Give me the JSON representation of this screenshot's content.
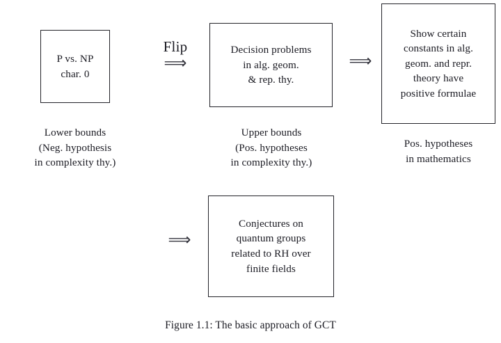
{
  "figure": {
    "caption": "Figure 1.1: The basic approach of GCT",
    "background_color": "#ffffff",
    "ink_color": "#1a1a22"
  },
  "boxes": [
    {
      "id": "p-vs-np",
      "text": "P vs. NP\nchar. 0"
    },
    {
      "id": "decision-problems",
      "text": "Decision problems\nin alg. geom.\n& rep. thy."
    },
    {
      "id": "positive-constants",
      "text": "Show certain\nconstants in alg.\ngeom. and repr.\ntheory have\npositive formulae"
    },
    {
      "id": "quantum-conjectures",
      "text": "Conjectures on\nquantum groups\nrelated to RH over\nfinite fields"
    }
  ],
  "captions": [
    {
      "id": "lower-bounds",
      "text": "Lower bounds\n(Neg. hypothesis\nin complexity thy.)"
    },
    {
      "id": "upper-bounds",
      "text": "Upper bounds\n(Pos. hypotheses\nin complexity thy.)"
    },
    {
      "id": "pos-hypotheses-math",
      "text": "Pos. hypotheses\nin mathematics"
    }
  ],
  "arrows": [
    {
      "id": "flip-arrow",
      "label": "Flip",
      "glyph": "⟹"
    },
    {
      "id": "middle-arrow",
      "label": "",
      "glyph": "⟹"
    },
    {
      "id": "lower-arrow",
      "label": "",
      "glyph": "⟹"
    }
  ]
}
